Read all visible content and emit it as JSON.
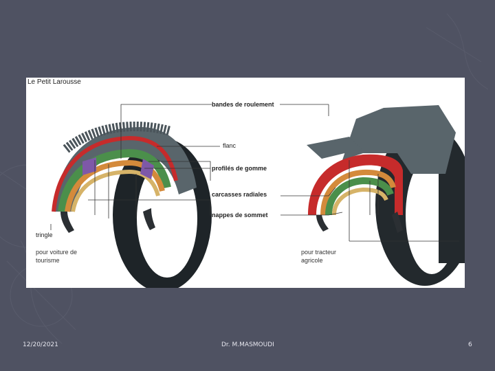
{
  "slide": {
    "background_color": "#4f5262",
    "figure": {
      "source": "Le Petit Larousse",
      "labels": {
        "bandes_de_roulement": "bandes de roulement",
        "flanc": "flanc",
        "profiles_de_gomme": "profilés de gomme",
        "carcasses_radiales": "carcasses radiales",
        "nappes_de_sommet": "nappes de sommet",
        "tringle": "tringle"
      },
      "captions": {
        "car_line1": "pour voiture de",
        "car_line2": "tourisme",
        "tractor_line1": "pour tracteur",
        "tractor_line2": "agricole"
      }
    },
    "footer": {
      "date": "12/20/2021",
      "author": "Dr. M.MASMOUDI",
      "page": "6"
    }
  }
}
